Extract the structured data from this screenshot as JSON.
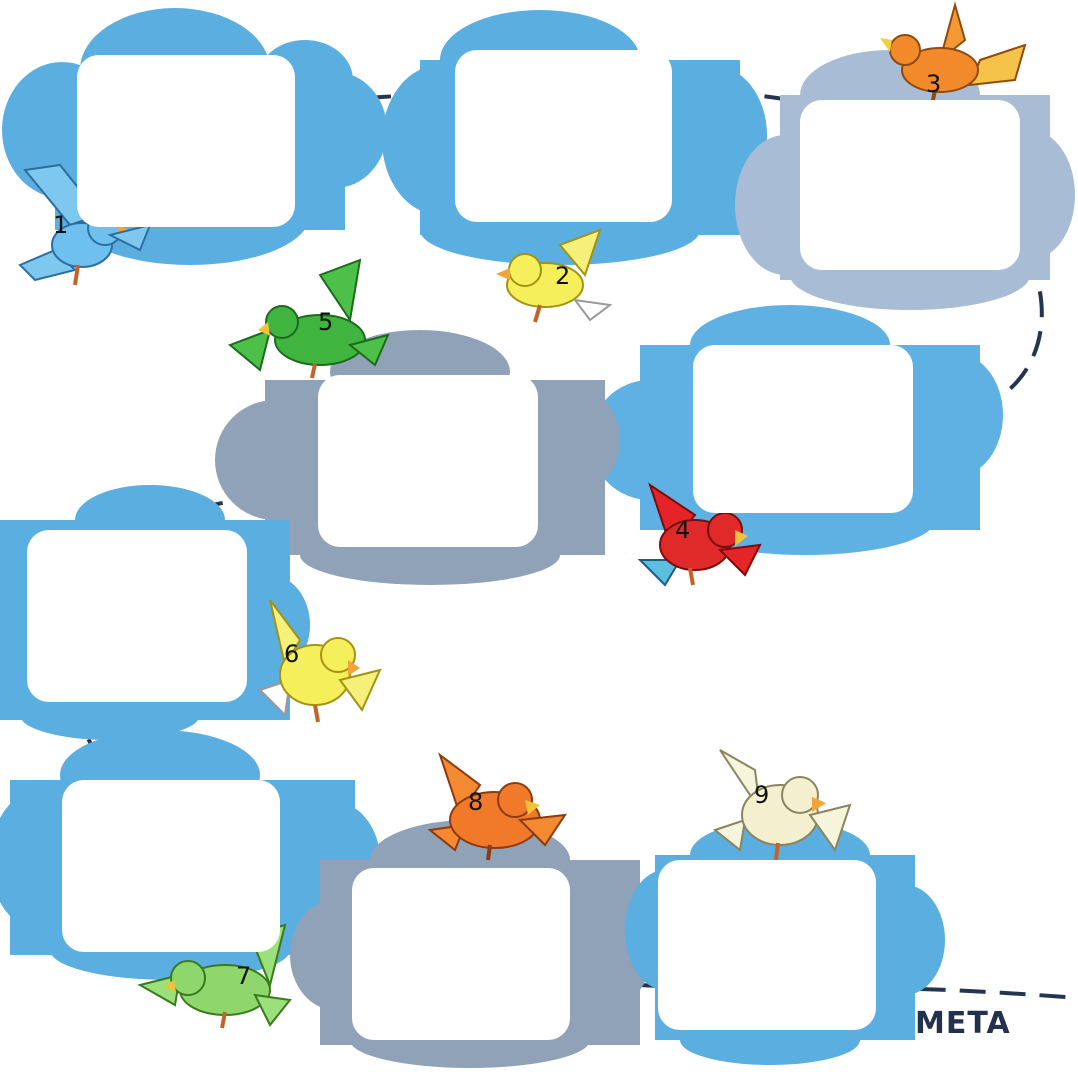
{
  "colors": {
    "cloud_blue": "#5aaee0",
    "cloud_blue_light": "#5fb1e3",
    "cloud_gray_blue": "#a9bcd6",
    "cloud_slate": "#8fa2b7",
    "path_line": "#253450"
  },
  "finish_label": "META",
  "stations": [
    {
      "number": "1",
      "cloud": "blue",
      "bird": "blue"
    },
    {
      "number": "2",
      "cloud": "blue",
      "bird": "yellow"
    },
    {
      "number": "3",
      "cloud": "gray-blue",
      "bird": "orange"
    },
    {
      "number": "4",
      "cloud": "blue",
      "bird": "red"
    },
    {
      "number": "5",
      "cloud": "slate",
      "bird": "green"
    },
    {
      "number": "6",
      "cloud": "blue",
      "bird": "yellow"
    },
    {
      "number": "7",
      "cloud": "blue",
      "bird": "light-green"
    },
    {
      "number": "8",
      "cloud": "slate",
      "bird": "orange"
    },
    {
      "number": "9",
      "cloud": "blue",
      "bird": "cream"
    }
  ]
}
